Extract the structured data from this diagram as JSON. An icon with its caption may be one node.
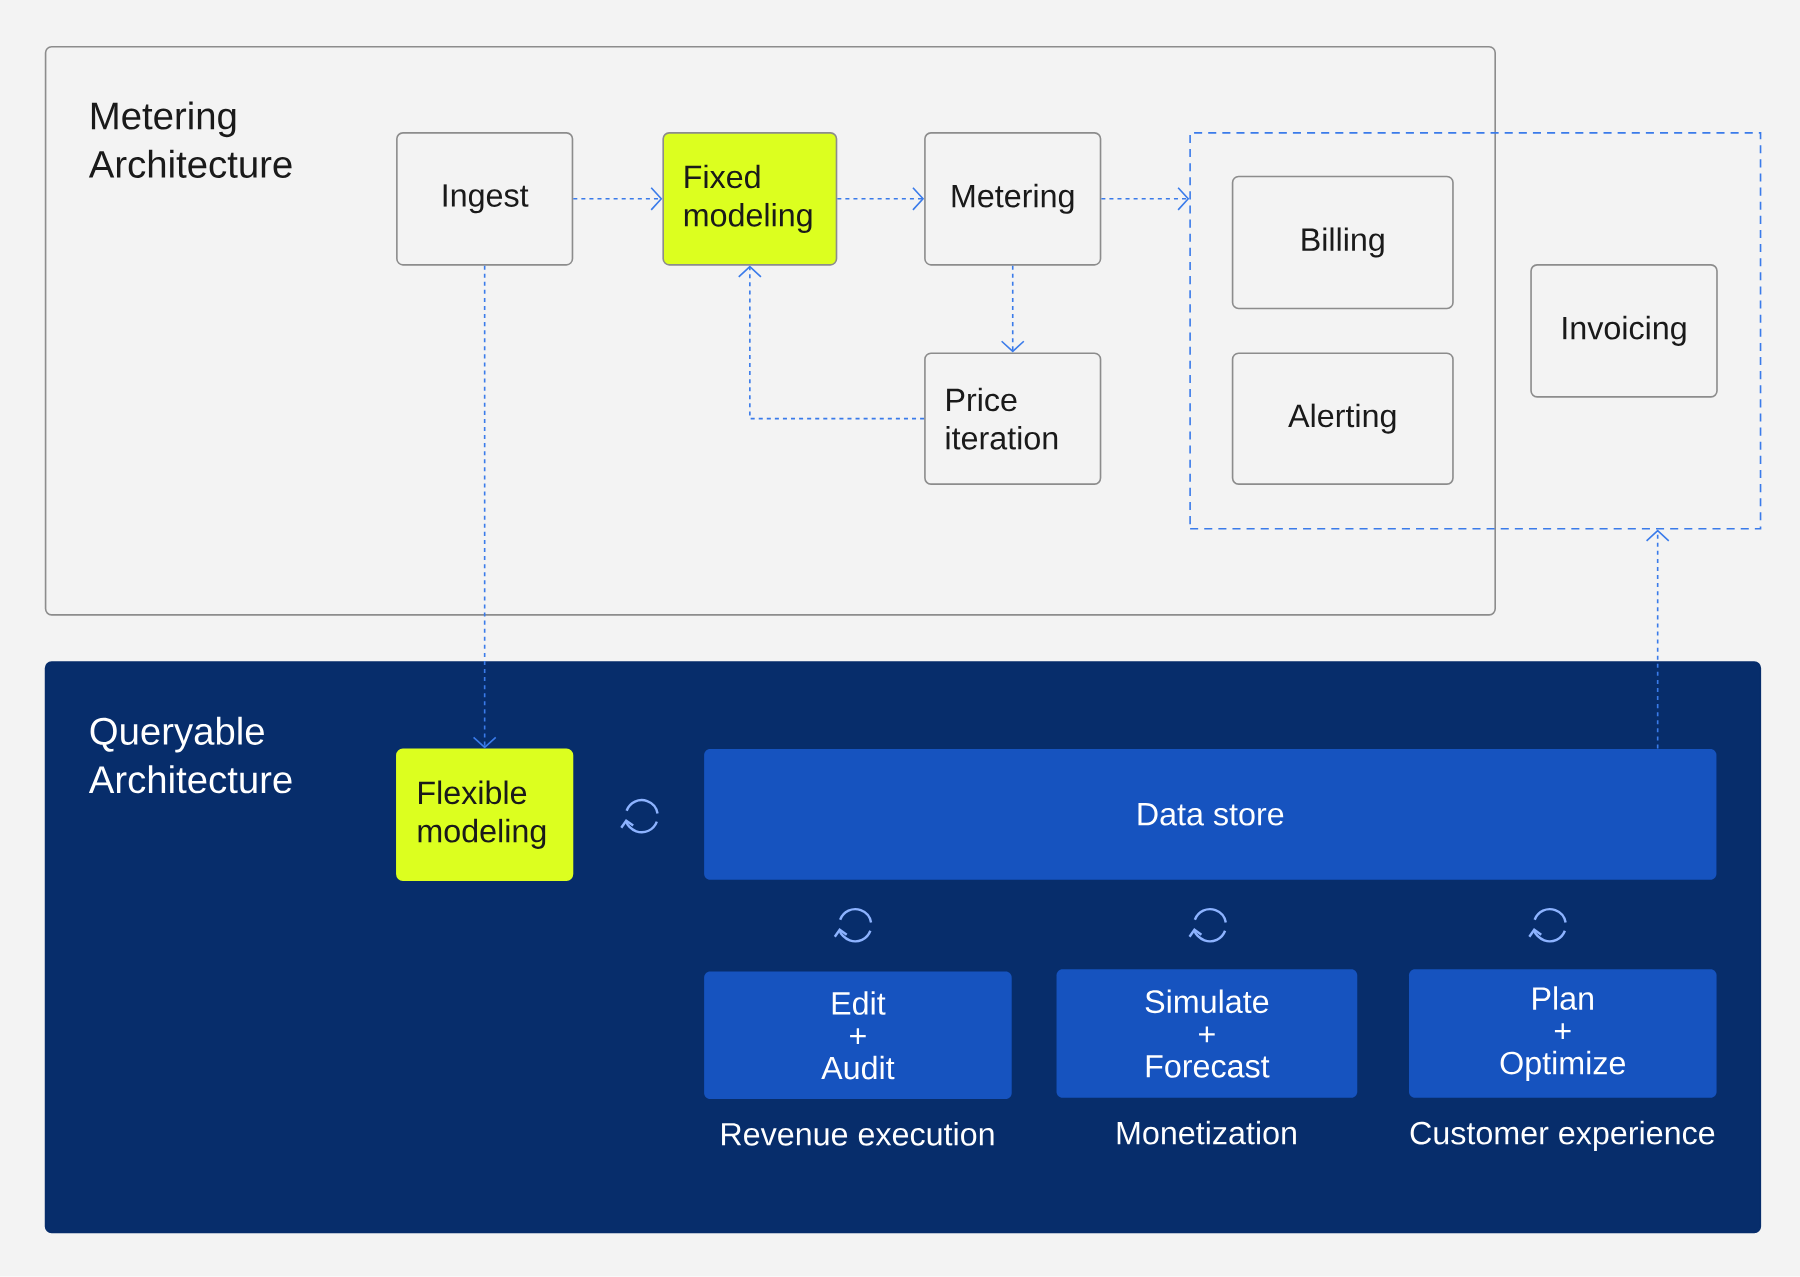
{
  "diagram": {
    "nodes": [
      {
        "text": [
          "Metering Architecture"
        ]
      },
      {
        "text": [
          "Ingest"
        ],
        "in": 0
      },
      {
        "text": [
          "Fixed modeling"
        ],
        "in": 0
      },
      {
        "text": [
          "Metering"
        ],
        "in": 0
      },
      {
        "text": [
          "Price iteration"
        ],
        "in": 0
      },
      {
        "text": [],
        "shape": "box"
      },
      {
        "text": [
          "Billing"
        ]
      },
      {
        "text": [
          "Alerting"
        ]
      },
      {
        "text": [
          "Invoicing"
        ],
        "in": 5
      },
      {
        "text": [
          "Queryable Architecture"
        ]
      },
      {
        "text": [
          "Flexible modeling"
        ],
        "in": 9
      },
      {
        "text": [
          "Data store"
        ],
        "in": 9
      },
      {
        "text": [
          "Edit + Audit"
        ],
        "in": 9,
        "beside": [
          "Revenue execution"
        ]
      },
      {
        "text": [
          "Simulate + Forecast"
        ],
        "in": 9,
        "beside": [
          "Monetization"
        ]
      },
      {
        "text": [
          "Plan + Optimize"
        ],
        "in": 9,
        "beside": [
          "Customer experience"
        ]
      }
    ],
    "edges": [
      {
        "from": 1,
        "to": 2,
        "arrow": "to",
        "style": "dashed"
      },
      {
        "from": 2,
        "to": 3,
        "arrow": "to",
        "style": "dashed"
      },
      {
        "from": 3,
        "to": 5,
        "arrow": "to",
        "style": "dashed"
      },
      {
        "from": 3,
        "to": 4,
        "arrow": "to",
        "style": "dashed"
      },
      {
        "from": 4,
        "to": 2,
        "arrow": "to",
        "style": "dashed"
      },
      {
        "from": 1,
        "to": 10,
        "arrow": "to",
        "style": "dashed"
      },
      {
        "from": 11,
        "to": 5,
        "arrow": "to",
        "style": "dashed"
      }
    ]
  }
}
